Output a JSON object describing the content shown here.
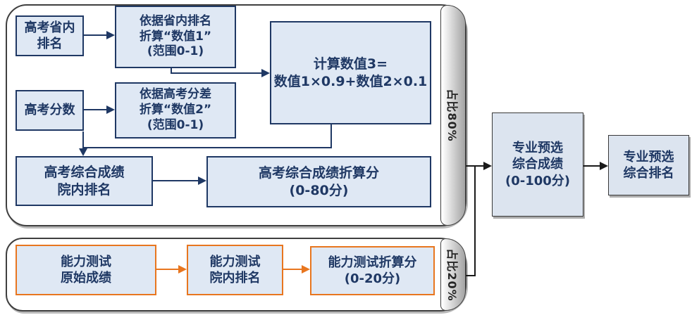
{
  "diagram": {
    "type": "flowchart",
    "colors": {
      "navy_border_text": "#1F3864",
      "box_fill": "#DFE8F4",
      "orange_accent": "#E8761F",
      "group_border": "#3f3f3f",
      "tab_gradient_end": "#a3a3a3"
    },
    "upper_section": {
      "ratio_label": "占比80%",
      "boxes": {
        "province_rank": "高考省内\n排名",
        "value1": "依据省内排名\n折算“数值1”\n(范围0-1)",
        "gaokao_score": "高考分数",
        "value2": "依据高考分差\n折算“数值2”\n(范围0-1)",
        "value3_formula": "计算数值3=\n数值1×0.9+数值2×0.1",
        "comprehensive_rank": "高考综合成绩\n院内排名",
        "converted_score": "高考综合成绩折算分\n(0-80分)"
      }
    },
    "lower_section": {
      "ratio_label": "占比20%",
      "boxes": {
        "ability_raw": "能力测试\n原始成绩",
        "ability_rank": "能力测试\n院内排名",
        "ability_converted": "能力测试折算分\n(0-20分)"
      }
    },
    "result_flow": {
      "preselect_score": "专业预选\n综合成绩\n(0-100分)",
      "preselect_rank": "专业预选\n综合排名"
    }
  }
}
